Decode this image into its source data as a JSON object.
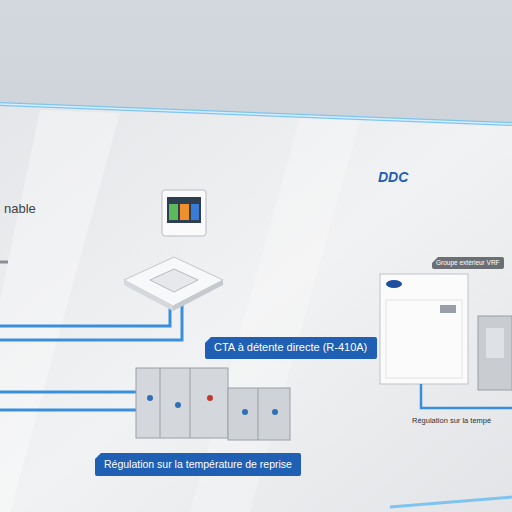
{
  "diagram": {
    "nodes": [
      {
        "text": [
          "CTA à détente directe (R-410A)"
        ]
      },
      {
        "text": [
          "Régulation sur la température de reprise"
        ]
      },
      {
        "text": [
          "Groupe extérieur VRF"
        ]
      }
    ],
    "labels": [
      "nable",
      "DDC",
      "Régulation sur la tempé"
    ]
  }
}
